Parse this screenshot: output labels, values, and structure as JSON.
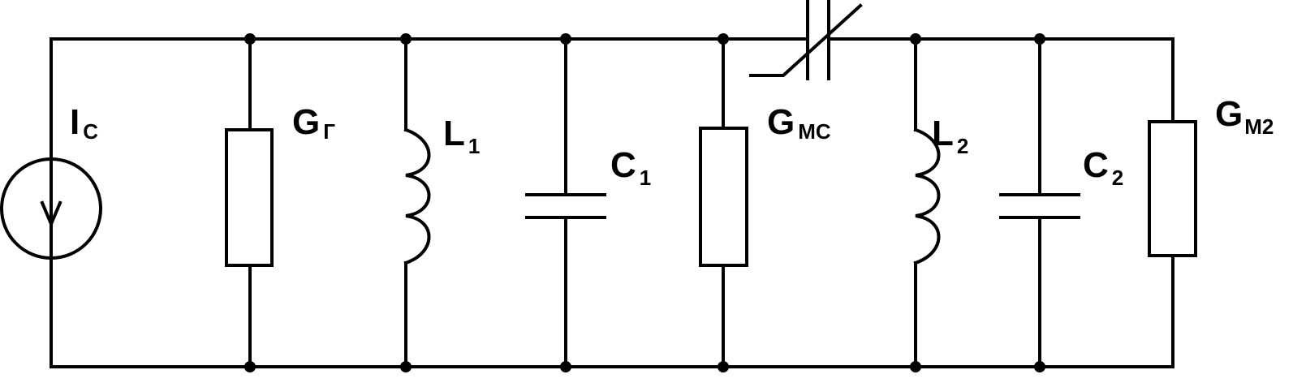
{
  "colors": {
    "wire": "#000000",
    "background": "#ffffff"
  },
  "components": {
    "source": {
      "label": "I",
      "sub": "С"
    },
    "g_gen": {
      "label": "G",
      "sub": "Г"
    },
    "l1": {
      "label": "L",
      "sub": "1"
    },
    "c1": {
      "label": "C",
      "sub": "1"
    },
    "g_mc": {
      "label": "G",
      "sub": "МС"
    },
    "l2": {
      "label": "L",
      "sub": "2"
    },
    "c2": {
      "label": "C",
      "sub": "2"
    },
    "g_m2": {
      "label": "G",
      "sub": "М2"
    }
  }
}
